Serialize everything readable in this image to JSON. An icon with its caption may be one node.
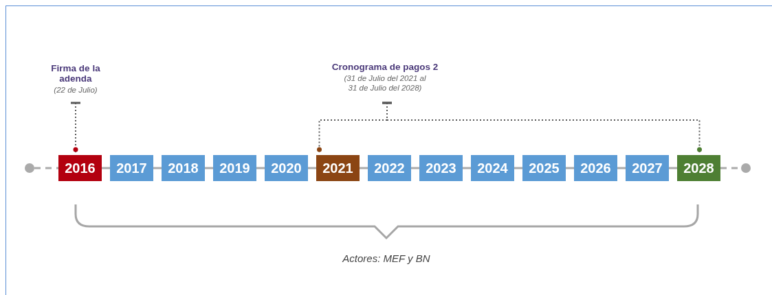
{
  "diagram": {
    "nodes": [
      {
        "text": [
          "Firma de la adenda",
          "(22 de Julio)"
        ]
      },
      {
        "text": [
          "Cronograma de pagos 2",
          "(31 de Julio del 2021 al 31 de Julio del 2028)"
        ]
      },
      {
        "text": [],
        "shape": "circle"
      },
      {
        "text": [
          "2016"
        ]
      },
      {
        "text": [
          "2017"
        ]
      },
      {
        "text": [
          "2018"
        ]
      },
      {
        "text": [
          "2019"
        ]
      },
      {
        "text": [
          "2020"
        ]
      },
      {
        "text": [
          "2021"
        ]
      },
      {
        "text": [
          "2022"
        ]
      },
      {
        "text": [
          "2023"
        ]
      },
      {
        "text": [
          "2024"
        ]
      },
      {
        "text": [
          "2025"
        ]
      },
      {
        "text": [
          "2026"
        ]
      },
      {
        "text": [
          "2027"
        ]
      },
      {
        "text": [
          "2028"
        ]
      },
      {
        "text": [],
        "shape": "circle"
      }
    ],
    "edges": [
      {
        "from": 2,
        "to": 3,
        "arrow": "none",
        "style": "dashed"
      },
      {
        "from": 3,
        "to": 4,
        "arrow": "none"
      },
      {
        "from": 4,
        "to": 5,
        "arrow": "none"
      },
      {
        "from": 5,
        "to": 6,
        "arrow": "none"
      },
      {
        "from": 6,
        "to": 7,
        "arrow": "none"
      },
      {
        "from": 7,
        "to": 8,
        "arrow": "none"
      },
      {
        "from": 8,
        "to": 9,
        "arrow": "none"
      },
      {
        "from": 9,
        "to": 10,
        "arrow": "none"
      },
      {
        "from": 10,
        "to": 11,
        "arrow": "none"
      },
      {
        "from": 11,
        "to": 12,
        "arrow": "none"
      },
      {
        "from": 12,
        "to": 13,
        "arrow": "none"
      },
      {
        "from": 13,
        "to": 14,
        "arrow": "none"
      },
      {
        "from": 14,
        "to": 15,
        "arrow": "none"
      },
      {
        "from": 15,
        "to": 16,
        "arrow": "none",
        "style": "dashed"
      },
      {
        "from": 0,
        "to": 3,
        "arrow": "other",
        "style": "dashed",
        "color": "#595959"
      },
      {
        "from": 1,
        "to": 8,
        "arrow": "other",
        "style": "dashed",
        "color": "#595959"
      },
      {
        "from": 1,
        "to": 15,
        "arrow": "other",
        "style": "dashed",
        "color": "#595959"
      }
    ],
    "labels": [
      "Actores: MEF y BN"
    ]
  }
}
